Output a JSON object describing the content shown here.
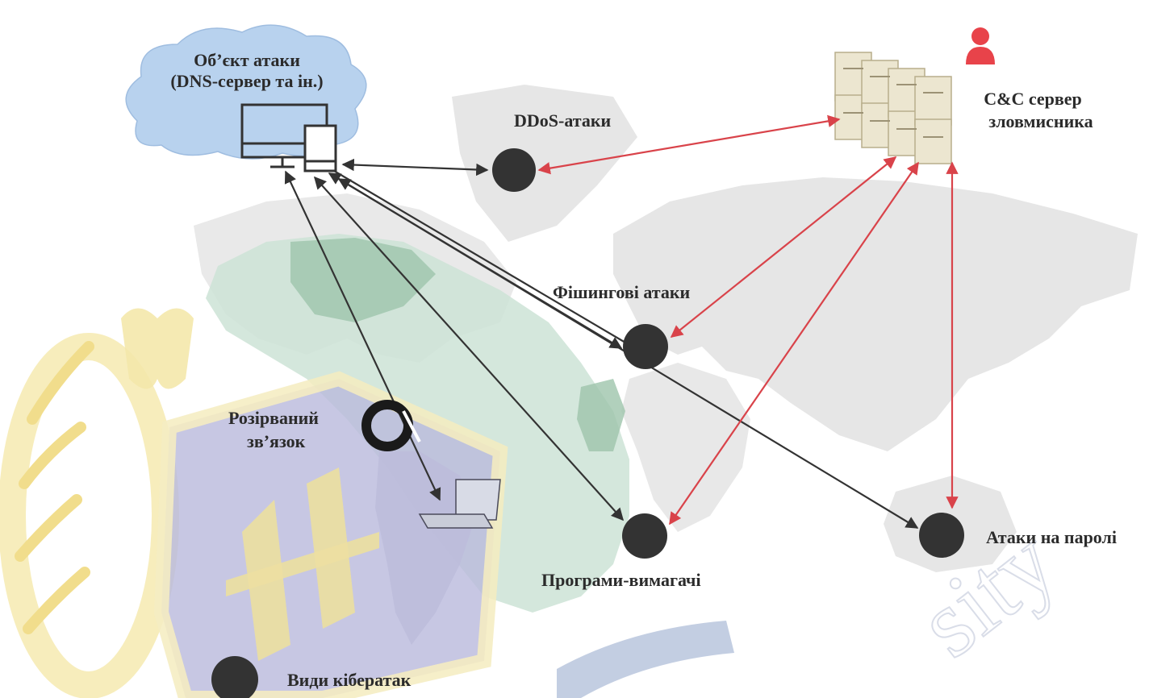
{
  "target": {
    "line1": "Об’єкт атаки",
    "line2": "(DNS-сервер та ін.)"
  },
  "cnc": {
    "line1": "C&C сервер",
    "line2": "зловмисника"
  },
  "attacks": {
    "ddos": "DDoS-атаки",
    "phishing": "Фішингові атаки",
    "ransomware": "Програми-вимагачі",
    "passwords": "Атаки на паролі"
  },
  "broken": {
    "line1": "Розірваний",
    "line2": "зв’язок"
  },
  "legend": {
    "label": "Види кібератак"
  },
  "watermark": {
    "text": "sity"
  },
  "colors": {
    "attacker_link": "#d9434a",
    "target_link": "#333333",
    "node": "#333333",
    "attacker_icon": "#e8434a",
    "cloud": "#b8d2ee"
  }
}
